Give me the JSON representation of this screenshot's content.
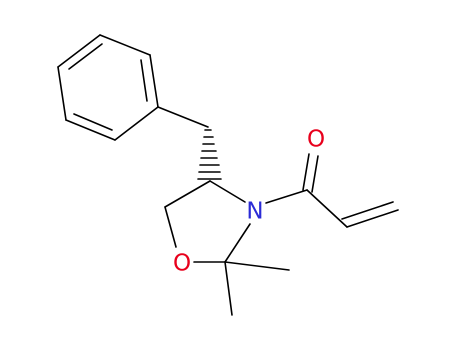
{
  "molecule": {
    "atom_labels": {
      "oxygen_carbonyl": "O",
      "nitrogen": "N",
      "oxygen_ring": "O"
    },
    "colors": {
      "oxygen": "#e8001c",
      "nitrogen": "#2b2bd6",
      "bond": "#000000"
    }
  }
}
